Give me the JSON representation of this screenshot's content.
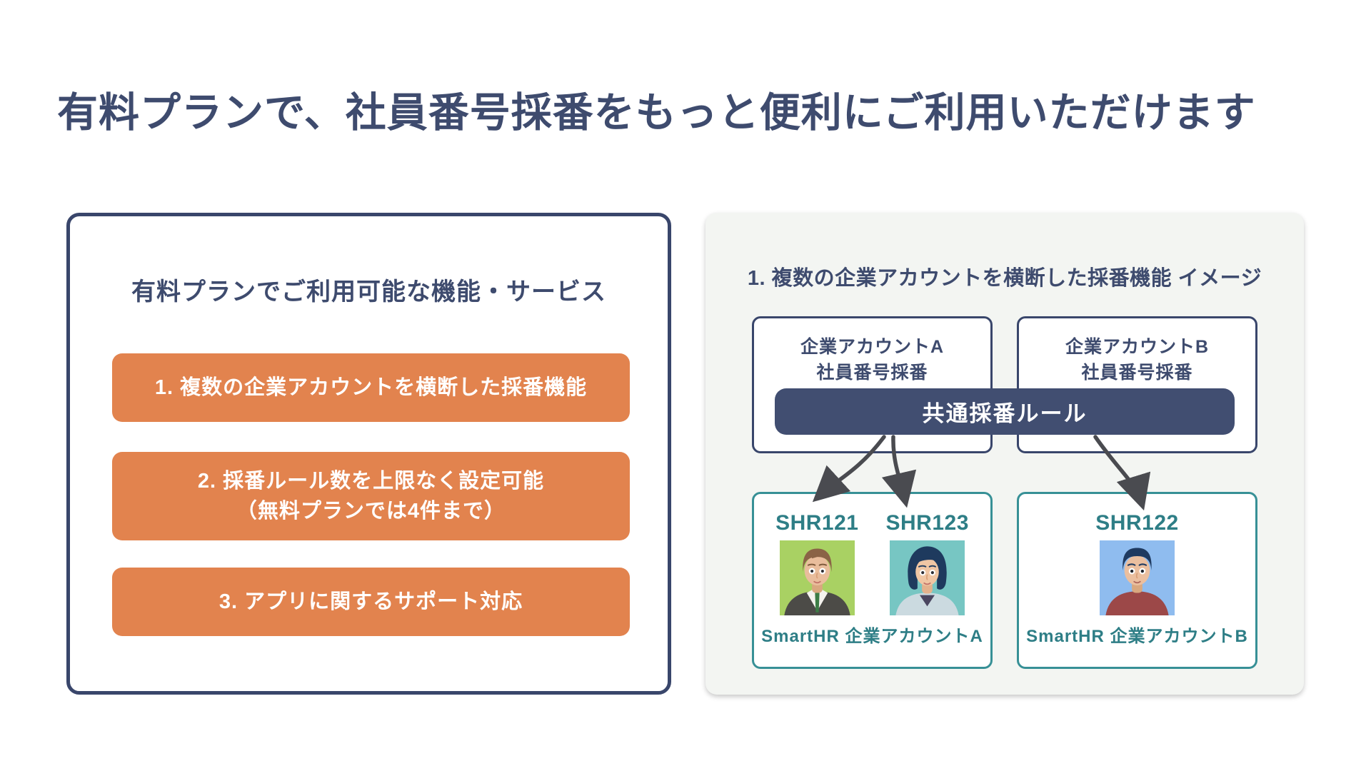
{
  "page": {
    "title": "有料プランで、社員番号採番をもっと便利にご利用いただけます"
  },
  "colors": {
    "navy_text": "#3E4B6E",
    "navy_border": "#39466B",
    "navy_bar": "#414E71",
    "orange": "#E2834E",
    "teal_text": "#2E7E86",
    "teal_border": "#379096",
    "right_panel_bg": "#F3F5F2",
    "arrow": "#4A4B50"
  },
  "left_panel": {
    "heading": "有料プランでご利用可能な機能・サービス",
    "features": [
      {
        "line1": "1. 複数の企業アカウントを横断した採番機能",
        "line2": ""
      },
      {
        "line1": "2. 採番ルール数を上限なく設定可能",
        "line2": "（無料プランでは4件まで）"
      },
      {
        "line1": "3. アプリに関するサポート対応",
        "line2": ""
      }
    ]
  },
  "right_panel": {
    "heading": "1. 複数の企業アカウントを横断した採番機能 イメージ",
    "account_boxes": [
      {
        "line1": "企業アカウントA",
        "line2": "社員番号採番"
      },
      {
        "line1": "企業アカウントB",
        "line2": "社員番号採番"
      }
    ],
    "rule_bar_label": "共通採番ルール",
    "result_boxes": [
      {
        "employees": [
          {
            "id": "SHR121"
          },
          {
            "id": "SHR123"
          }
        ],
        "caption": "SmartHR 企業アカウントA"
      },
      {
        "employees": [
          {
            "id": "SHR122"
          }
        ],
        "caption": "SmartHR 企業アカウントB"
      }
    ]
  }
}
